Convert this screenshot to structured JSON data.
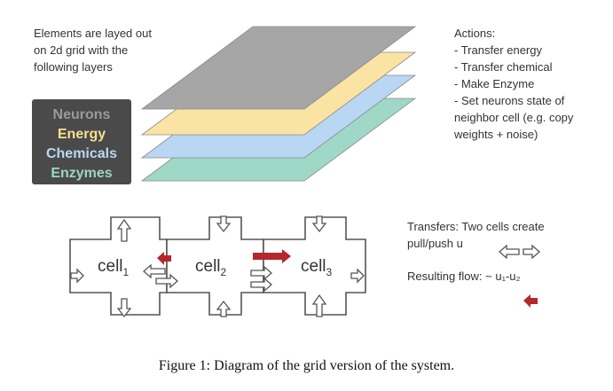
{
  "intro_lines": [
    "Elements are layed out",
    "on 2d grid with the",
    "following layers"
  ],
  "legend": {
    "items": [
      {
        "label": "Neurons",
        "color": "#9a9a9a"
      },
      {
        "label": "Energy",
        "color": "#f7df8e"
      },
      {
        "label": "Chemicals",
        "color": "#b9d8f5"
      },
      {
        "label": "Enzymes",
        "color": "#9ad8c1"
      }
    ],
    "bg_color": "#4a4a4a"
  },
  "layers": [
    {
      "color": "#9fd8c6"
    },
    {
      "color": "#b9d7f3"
    },
    {
      "color": "#fbe3a4"
    },
    {
      "color": "#a6a6a6"
    }
  ],
  "actions": {
    "title": "Actions:",
    "lines": [
      "- Transfer energy",
      "- Transfer chemical",
      "- Make Enzyme",
      "- Set neurons state of",
      "neighbor cell (e.g. copy",
      "weights + noise)"
    ]
  },
  "cells": [
    {
      "base": "cell",
      "sub": "1"
    },
    {
      "base": "cell",
      "sub": "2"
    },
    {
      "base": "cell",
      "sub": "3"
    }
  ],
  "transfers": {
    "lines": [
      "Transfers: Two cells create",
      "pull/push u"
    ],
    "flow_label": "Resulting flow: ~ u₁-u₂"
  },
  "flow_color": "#b3282d",
  "caption": "Figure 1: Diagram of the grid version of the system."
}
